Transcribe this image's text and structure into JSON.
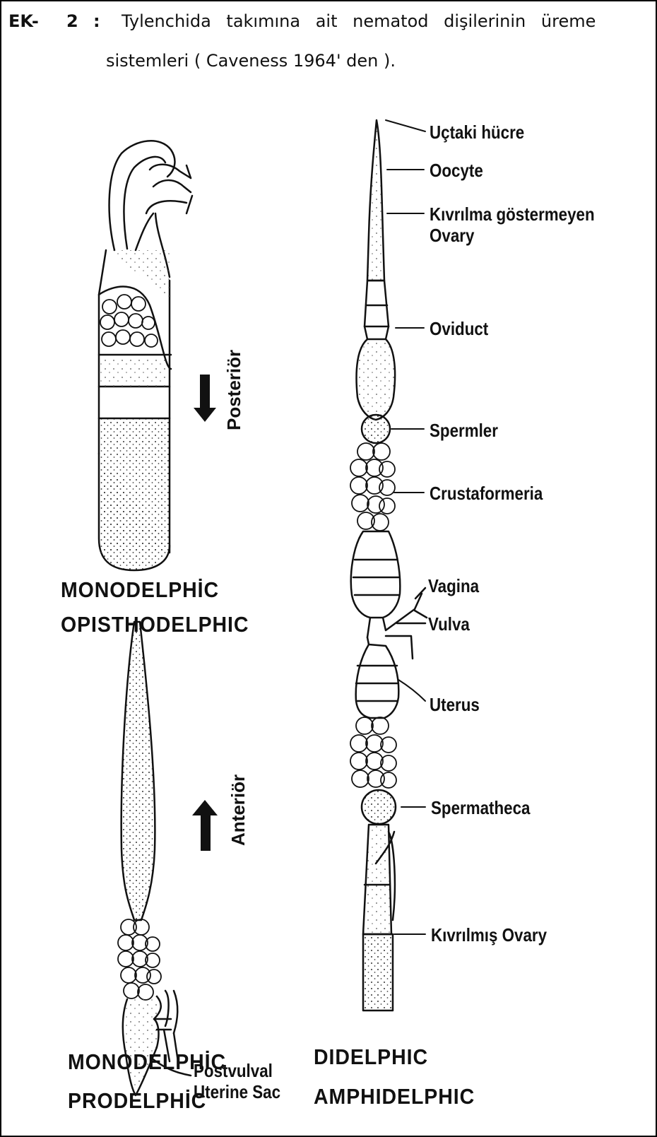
{
  "caption": {
    "label": "EK-",
    "number": "2",
    "colon": ":",
    "line1": "Tylenchida takımına ait nematod dişilerinin üreme",
    "line2": "sistemleri ( Caveness 1964' den )."
  },
  "directions": {
    "posterior": "Posteriör",
    "anterior": "Anteriör"
  },
  "labels": {
    "uctaki_hucre": "Uçtaki hücre",
    "oocyte": "Oocyte",
    "kivrilma_1": "Kıvrılma göstermeyen",
    "kivrilma_2": "Ovary",
    "oviduct": "Oviduct",
    "spermler": "Spermler",
    "crustaformeria": "Crustaformeria",
    "vagina": "Vagina",
    "vulva": "Vulva",
    "uterus": "Uterus",
    "spermatheca": "Spermatheca",
    "kivrilmis_ovary": "Kıvrılmış Ovary",
    "postvulval_1": "Postvulval",
    "postvulval_2": "Uterine Sac"
  },
  "types": {
    "a1": "MONODELPHİC",
    "a2": "OPISTHODELPHIC",
    "b1": "MONODELPHİC",
    "b2": "PRODELPHİC",
    "c1": "DIDELPHIC",
    "c2": "AMPHIDELPHIC"
  }
}
